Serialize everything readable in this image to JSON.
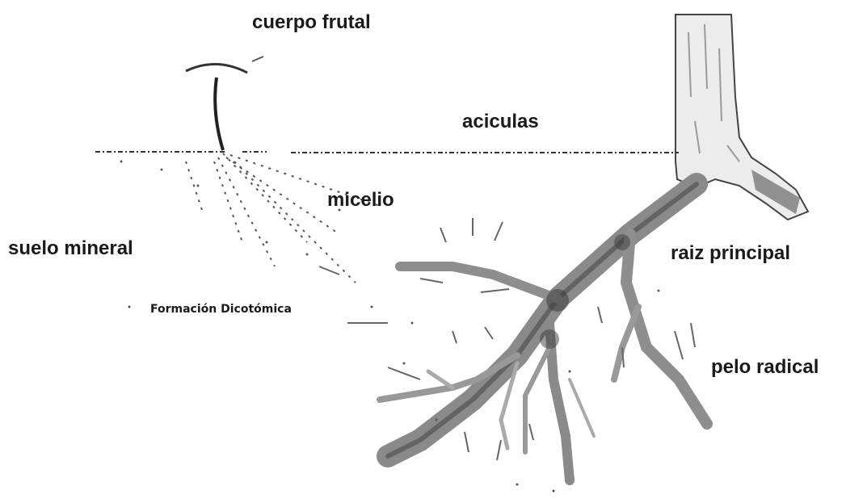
{
  "labels": {
    "fruiting_body": "cuerpo frutal",
    "needles": "aciculas",
    "mycelium": "micelio",
    "mineral_soil": "suelo mineral",
    "main_root": "raiz principal",
    "dichotomous_formation": "Formación Dicotómica",
    "root_hair": "pelo radical"
  },
  "colors": {
    "ink": "#1a1a1a",
    "root_fill": "#8a8a8a",
    "root_dark": "#3c3c3c",
    "soil_speckle": "#555555"
  }
}
